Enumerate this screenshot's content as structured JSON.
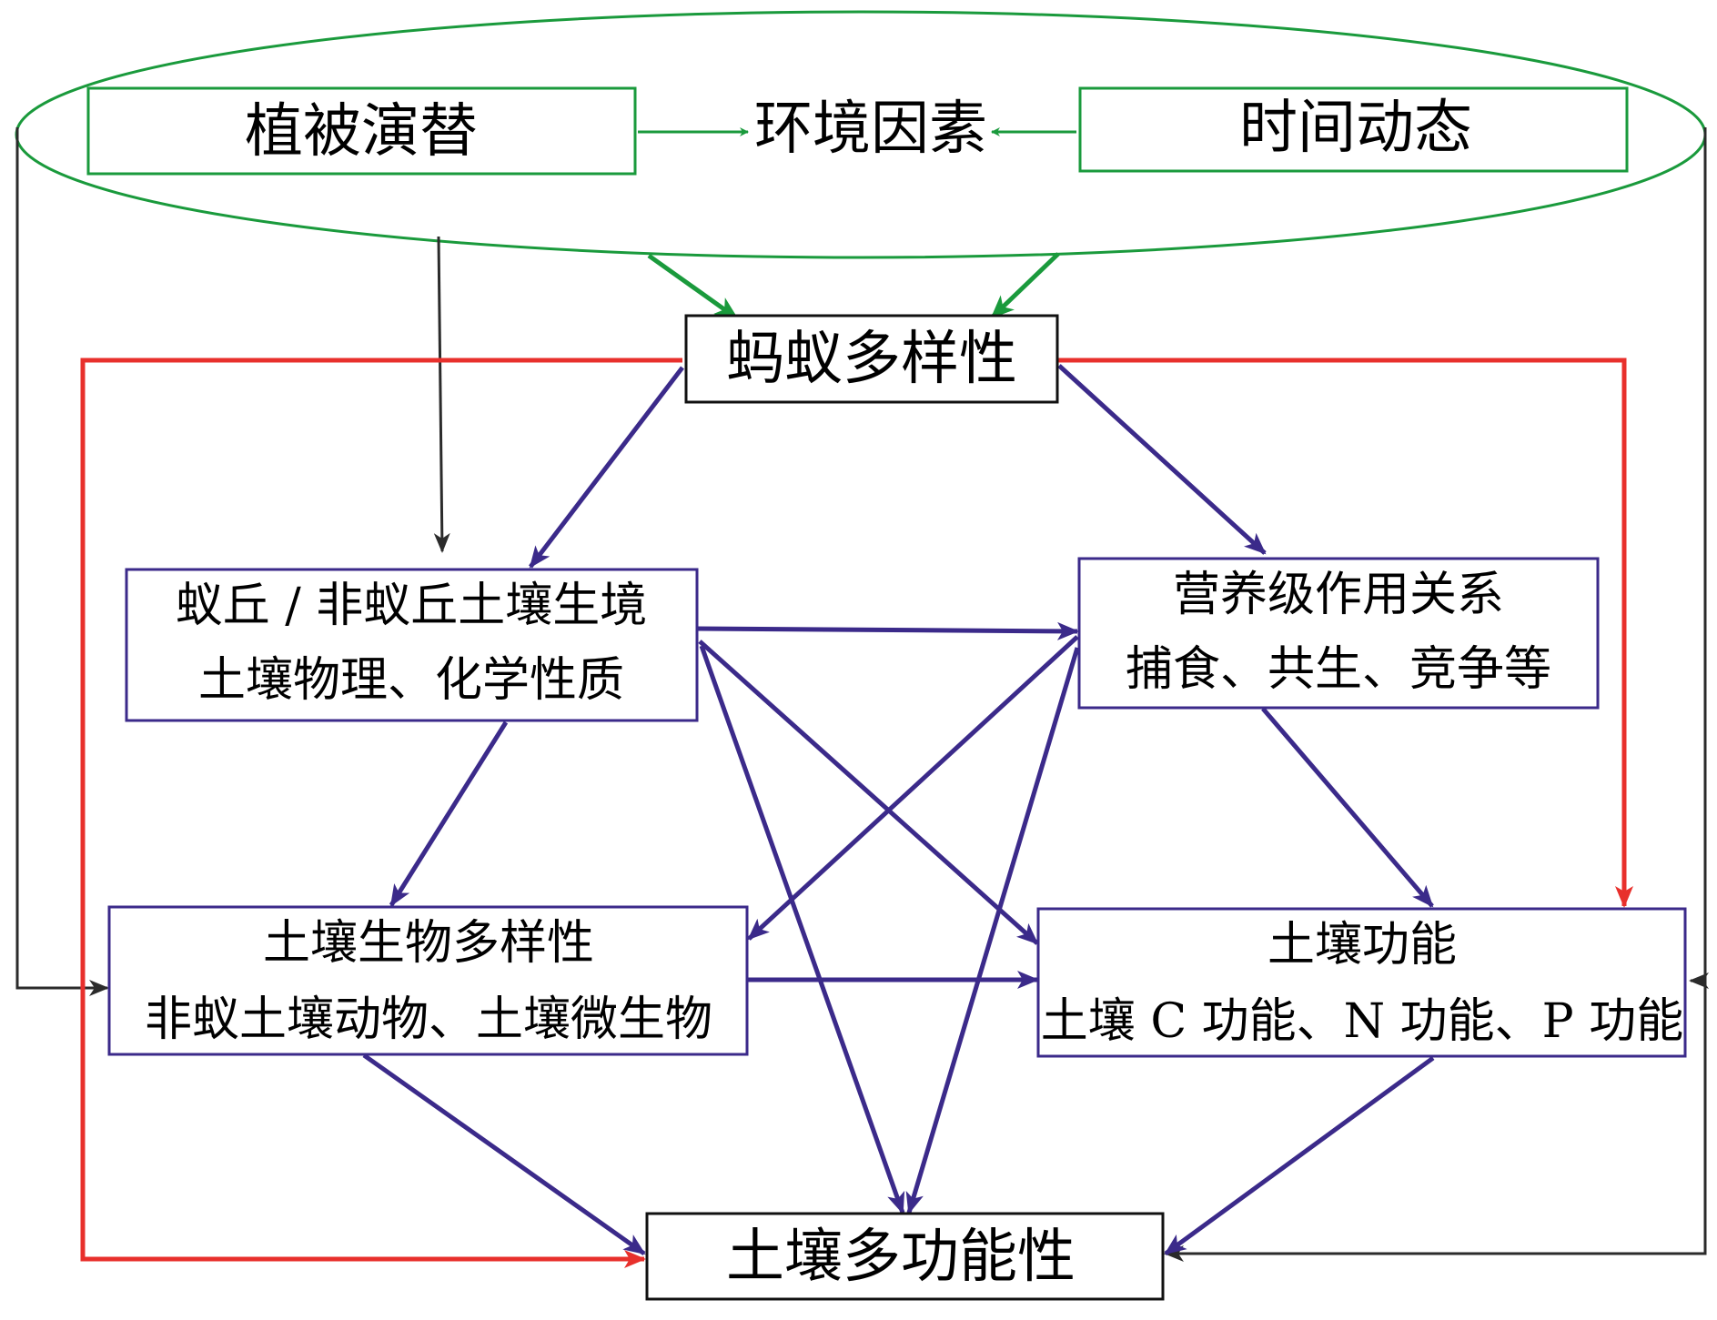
{
  "colors": {
    "green": "#1a9a3c",
    "red": "#e8302c",
    "purple": "#3b2a8a",
    "black": "#2b2b2b"
  },
  "nodes": {
    "vegetation_succession": "植被演替",
    "environmental_factors": "环境因素",
    "temporal_dynamics": "时间动态",
    "ant_diversity": "蚂蚁多样性",
    "habitat_line1": "蚁丘 / 非蚁丘土壤生境",
    "habitat_line2": "土壤物理、化学性质",
    "trophic_line1": "营养级作用关系",
    "trophic_line2": "捕食、共生、竞争等",
    "soil_bio_line1": "土壤生物多样性",
    "soil_bio_line2": "非蚁土壤动物、土壤微生物",
    "soil_func_line1": "土壤功能",
    "soil_func_line2": "土壤 C 功能、N 功能、P 功能",
    "multifunctionality": "土壤多功能性"
  }
}
